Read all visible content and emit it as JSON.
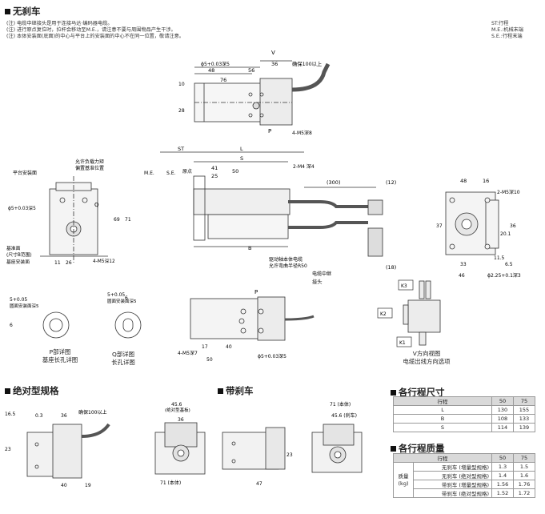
{
  "sections": {
    "no_brake": "无刹车",
    "absolute": "绝对型规格",
    "with_brake": "带刹车",
    "stroke_dims": "各行程尺寸",
    "stroke_mass": "各行程质量"
  },
  "notes": [
    "(注) 电缆中继接头是用于连接马达·编码器电缆。",
    "(注) 进行原点复位时，拉杆会移动至M.E.，请注意不要与周围物品产生干涉。",
    "(注) 本体安装面(底面)的中心与平台上的安装面的中心不在同一位置，敬请注意。"
  ],
  "legend": {
    "st": "ST:行程",
    "me": "M.E.:机械末端",
    "se": "S.E.:行程末端"
  },
  "labels": {
    "p_detail": "P部详图",
    "p_detail_sub": "基座长孔详图",
    "q_detail": "Q部详图",
    "q_detail_sub": "长孔详图",
    "v_view": "V方向视图",
    "v_view_sub": "电缆出线方向选项",
    "k1": "K1",
    "k2": "K2",
    "k3": "K3",
    "table_mount": "平台安装面",
    "allow_load": "允许负载力矩",
    "offset_ref": "偏置基准位置",
    "base_face": "基准面",
    "base_face2": "(尺寸B范围)",
    "base_mount": "基座安装面",
    "origin": "原点",
    "drive_shaft": "驱动轴本体电缆",
    "bend_radius": "允许弯曲半径R50",
    "relay": "电缆中继",
    "relay2": "接头",
    "secure100": "确保100以上",
    "thread1": "2-M4 深4",
    "thread2": "4-M5深8",
    "thread3": "4-M5深12",
    "thread4": "4-M5深7",
    "thread5": "2-M5深10",
    "hole1": "ϕ5+0.03深5",
    "hole2": "ϕ2.25+0.1深3",
    "body71": "71 (本体)",
    "brake45": "45.6 (刹车)",
    "abs456": "45.6",
    "abs456b": "(绝对型基板)"
  },
  "dim_table": {
    "headers": [
      "行程",
      "50",
      "75"
    ],
    "rows": [
      [
        "L",
        "130",
        "155"
      ],
      [
        "B",
        "108",
        "133"
      ],
      [
        "S",
        "114",
        "139"
      ]
    ]
  },
  "mass_table": {
    "headers": [
      "行程",
      "50",
      "75"
    ],
    "side_label": "质量\n(kg)",
    "rows": [
      [
        "无刹车 (增量型规格)",
        "1.3",
        "1.5"
      ],
      [
        "无刹车 (绝对型规格)",
        "1.4",
        "1.6"
      ],
      [
        "带刹车 (增量型规格)",
        "1.56",
        "1.76"
      ],
      [
        "带刹车 (绝对型规格)",
        "1.52",
        "1.72"
      ]
    ]
  }
}
